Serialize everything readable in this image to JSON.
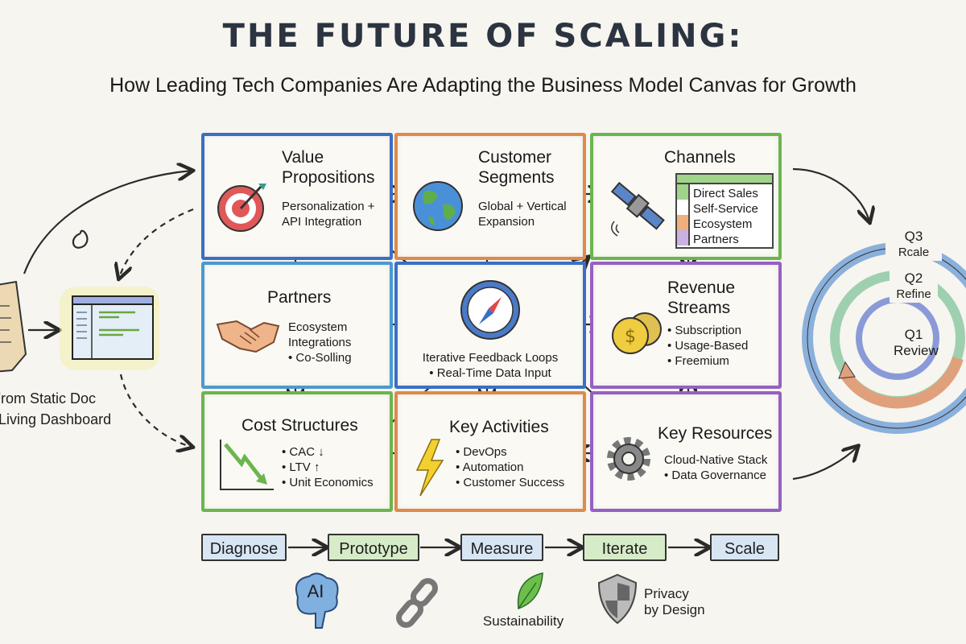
{
  "title": "THE FUTURE OF SCALING:",
  "subtitle": "How Leading Tech Companies Are Adapting the Business Model Canvas for Growth",
  "transformation": {
    "line1": "From Static Doc",
    "line2": "Living Dashboard"
  },
  "canvas": {
    "value_propositions": {
      "title1": "Value",
      "title2": "Propositions",
      "body1": "Personalization +",
      "body2": "API Integration",
      "color": "#3a6fc4"
    },
    "customer_segments": {
      "title1": "Customer",
      "title2": "Segments",
      "body1": "Global + Vertical",
      "body2": "Expansion",
      "color": "#e0894a"
    },
    "channels": {
      "title": "Channels",
      "items": [
        "Direct Sales",
        "Self-Service",
        "Ecosystem",
        "Partners"
      ],
      "color": "#6bb54f"
    },
    "partners": {
      "title": "Partners",
      "body1": "Ecosystem",
      "body2": "Integrations",
      "body3": "• Co-Solling",
      "color": "#4a9ad0"
    },
    "center": {
      "body1": "Iterative Feedback Loops",
      "body2": "• Real-Time Data Input",
      "color": "#3a6fc4"
    },
    "revenue_streams": {
      "title1": "Revenue",
      "title2": "Streams",
      "items": [
        "• Subscription",
        "• Usage-Based",
        "• Freemium"
      ],
      "color": "#9560c4"
    },
    "cost_structures": {
      "title": "Cost Structures",
      "items": [
        "• CAC ↓",
        "• LTV ↑",
        "• Unit Economics"
      ],
      "color": "#6bb54f"
    },
    "key_activities": {
      "title": "Key Activities",
      "items": [
        "• DevOps",
        "• Automation",
        "• Customer Success"
      ],
      "color": "#e0894a"
    },
    "key_resources": {
      "title": "Key Resources",
      "body1": "Cloud-Native Stack",
      "body2": "• Data Governance",
      "color": "#9560c4"
    }
  },
  "cycle": {
    "q3": "Q3",
    "q3_label": "Rcale",
    "q2": "Q2",
    "q2_label": "Refine",
    "q1": "Q1",
    "q1_label": "Review"
  },
  "process": [
    "Diagnose",
    "Prototype",
    "Measure",
    "Iterate",
    "Scale"
  ],
  "trends": {
    "ai": "AI",
    "sustainability": "Sustainability",
    "privacy1": "Privacy",
    "privacy2": "by Design"
  }
}
